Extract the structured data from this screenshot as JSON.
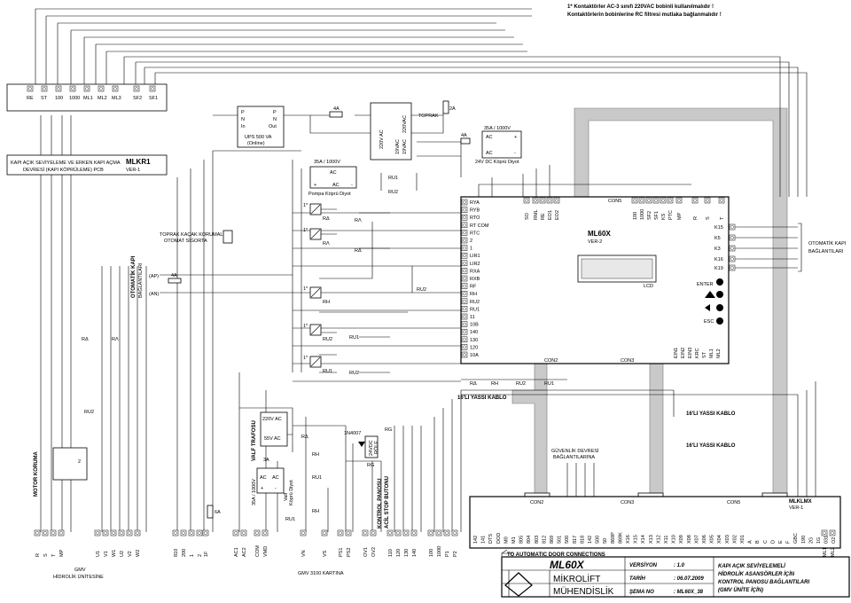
{
  "notes": {
    "line1": "1* Kontaktörler AC-3 sınıfı 220VAC bobinli kullanılmalıdır !",
    "line2": "Kontaktörlerin bobinlerine RC filtresi mutlaka bağlanmalıdır !"
  },
  "top_terms": [
    "RE",
    "ST",
    "100",
    "1000",
    "ML1",
    "ML2",
    "ML3",
    "SF2",
    "SF1"
  ],
  "mlkr1": {
    "title": "MLKR1",
    "ver": "VER-1",
    "desc1": "KAPI AÇIK SEVİYELEME VE ERKEN KAPI AÇMA",
    "desc2": "DEVRESİ (KAPI KÖPRÜLEME) PCB"
  },
  "ups": {
    "P1": "P",
    "N1": "N",
    "In": "In",
    "P2": "P",
    "N2": "N",
    "Out": "Out",
    "label1": "UPS 500 VA",
    "label2": "(Online)"
  },
  "fuse4a_top": "4A",
  "fuse2a": "2A",
  "toprak": "TOPRAK",
  "fuse4a_mid": "4A",
  "trafo": {
    "prim": "220V AC",
    "sec": "220VAC",
    "v1": "19VAC",
    "v2": "19VAC"
  },
  "bridge24": {
    "rating": "35A / 1000V",
    "ac1": "AC",
    "ac2": "AC",
    "plus": "+",
    "minus": "-",
    "name": "24V DC Köprü Diyot"
  },
  "bridge_pompa": {
    "rating": "35A / 1000V",
    "ac": "AC",
    "plus": "+",
    "minus": "-",
    "ac2": "AC",
    "name": "Pompa Köprü Diyot"
  },
  "relays": {
    "ru1": "RU1",
    "ru2": "RU2",
    "ra": "RΔ",
    "rstar": "RΛ",
    "rh": "RH",
    "one": "1*"
  },
  "toprak_kacak": {
    "l1": "TOPRAK KAÇAK KORUMALI",
    "l2": "OTOMAT SİGORTA"
  },
  "oto_kapi_left": {
    "l1": "OTOMATİK KAPI",
    "l2": "BAĞLANTILARI",
    "ap": "(AP)",
    "an": "(AN)",
    "fuse": "4A"
  },
  "ml60x": {
    "title": "ML60X",
    "ver": "VER-2",
    "lcd": "LCD",
    "enter": "ENTER",
    "esc": "ESC",
    "left_terms": [
      "RYA",
      "RYB",
      "RTO",
      "RT COM",
      "RTC",
      "2",
      "1",
      "LIR1",
      "LIR2",
      "RXA",
      "RXB",
      "RF",
      "RH",
      "RU2",
      "RU1",
      "11",
      "10B",
      "140",
      "130",
      "120",
      "10A"
    ],
    "top_terms": [
      "SO",
      "RML",
      "RE",
      "EO1",
      "EO2",
      "100",
      "1000",
      "SF2",
      "SF1",
      "KS",
      "PTC",
      "MP",
      "R",
      "S",
      "T"
    ],
    "right_terms": [
      "K15",
      "K5",
      "K3",
      "K16",
      "K19"
    ],
    "bottom_terms": [
      "EIN1",
      "EIN2",
      "EIN3",
      "KRC",
      "ST",
      "ML1",
      "ML2"
    ],
    "con5": "CON5",
    "con2": "CON2",
    "con3": "CON3"
  },
  "oto_kapi_right": {
    "l1": "OTOMATİK KAPI",
    "l2": "BAĞLANTILARI"
  },
  "cable16": "16'LI YASSI KABLO",
  "relay_row_bottom": [
    "RΔ",
    "RH",
    "RU2",
    "RU1"
  ],
  "valf": {
    "label": "VALF TRAFOSU",
    "in": "220V AC",
    "out": "55V AC",
    "fuse": "3A",
    "bridge_rating": "35A / 1000V",
    "ac": "AC",
    "plus": "+",
    "minus": "-",
    "name1": "Valf",
    "name2": "Köprü Diyot"
  },
  "diode": {
    "name": "1N4007",
    "role1": "24VDC",
    "role2": "RÖLE",
    "rg": "RG"
  },
  "acil": {
    "l1": "KONTROL PANOSU",
    "l2": "ACİL STOP BUTONU"
  },
  "motor": {
    "label": "MOTOR KORUMA",
    "num": "2"
  },
  "fuse6a": "6A",
  "mlklmx": {
    "title": "MLKLMX",
    "ver": "VER-1",
    "con2": "CON2",
    "con3": "CON3",
    "con5": "CON5",
    "guv1": "GÜVENLİK DEVRESİ",
    "guv2": "BAĞLANTILARINA",
    "terms": [
      "142",
      "141",
      "DTS",
      "DOD",
      "M0",
      "M1",
      "805",
      "804",
      "803",
      "812",
      "869",
      "501",
      "500",
      "817",
      "818",
      "142",
      "500",
      "50",
      "869P",
      "869K",
      "X16",
      "X15",
      "X14",
      "X13",
      "X12",
      "X11",
      "X10",
      "X09",
      "X08",
      "X07",
      "X06",
      "X05",
      "X04",
      "X03",
      "X02",
      "X01",
      "A",
      "B",
      "C",
      "D",
      "E",
      "F",
      "GBC",
      "190",
      "2G",
      "1G",
      "031",
      "O2"
    ]
  },
  "bottom_terms": {
    "gmv1": [
      "R",
      "S",
      "T",
      "MP"
    ],
    "gmv2": [
      "U1",
      "V1",
      "W1",
      "U2",
      "V2",
      "W2"
    ],
    "grp3": [
      "810",
      "200",
      "1",
      "2"
    ],
    "grp4": [
      "1F"
    ],
    "grp5": [
      "AC1",
      "AC2"
    ],
    "grp6": [
      "COM",
      "VMD"
    ],
    "grp7": [
      "VN"
    ],
    "grp8": [
      "VS"
    ],
    "grp9": [
      "PS1",
      "PS2"
    ],
    "grp10": [
      "OV1",
      "OV2"
    ],
    "grp11": [
      "110",
      "120",
      "130",
      "140"
    ],
    "grp12": [
      "100",
      "1000",
      "P1",
      "P2"
    ],
    "grp13": [
      "ML1",
      "ML2"
    ]
  },
  "gmv_label1": "GMV",
  "gmv_label2": "HİDROLİK ÜNİTESİNE",
  "kartina": "GMV 3100 KARTINA",
  "to_auto": "TO AUTOMATIC DOOR CONNECTIONS",
  "title_block": {
    "product": "ML60X",
    "company1": "MİKROLİFT",
    "company2": "MÜHENDİSLİK",
    "ver_label": "VERSİYON",
    "ver_val": ": 1.0",
    "date_label": "TARİH",
    "date_val": ": 06.07.2009",
    "sema_label": "ŞEMA NO",
    "sema_val": ": ML60X_38",
    "desc1": "KAPI AÇIK SEVİYELEMELİ",
    "desc2": "HİDROLİK ASANSÖRLER İÇİN",
    "desc3": "KONTROL PANOSU BAĞLANTILARI",
    "desc4": "(GMV ÜNİTE İÇİN)"
  }
}
